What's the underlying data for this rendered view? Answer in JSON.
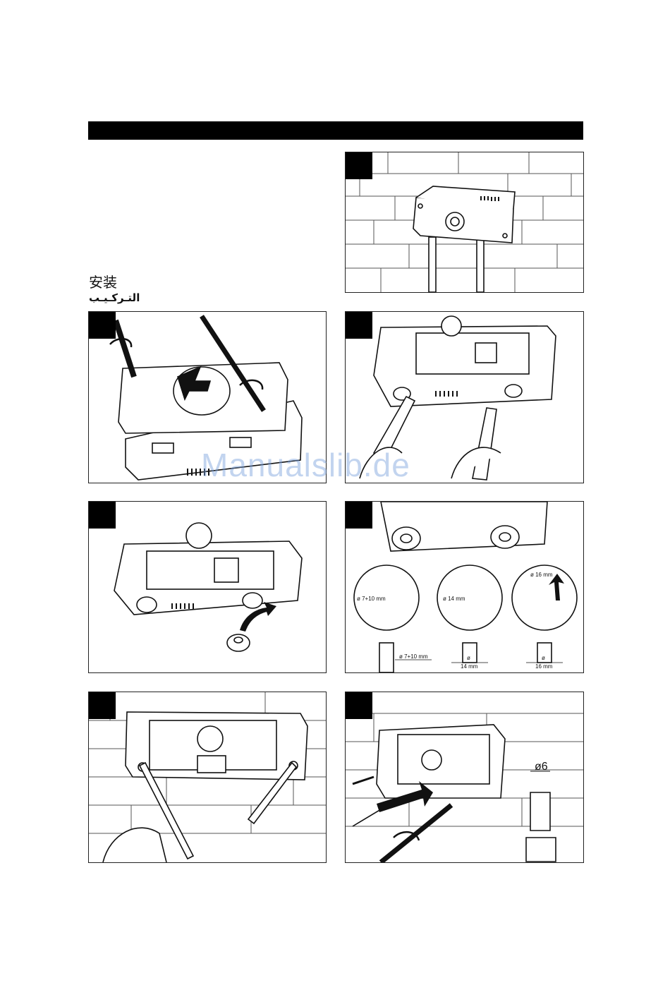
{
  "section": {
    "title_zh": "安装",
    "title_ar": "التـركـيـب"
  },
  "watermark": "Manualslib.de",
  "dimensions": {
    "hole_a": "ø 7+10 mm",
    "hole_b": "ø 14 mm",
    "hole_c": "ø 16 mm",
    "cable_a": "ø 7+10 mm",
    "cable_b_sym": "ø",
    "cable_b": "14 mm",
    "cable_c_sym": "ø",
    "cable_c": "16 mm",
    "drill": "ø6"
  },
  "colors": {
    "badge": "#000000",
    "header_bar": "#000000",
    "watermark": "#78a0dc"
  }
}
